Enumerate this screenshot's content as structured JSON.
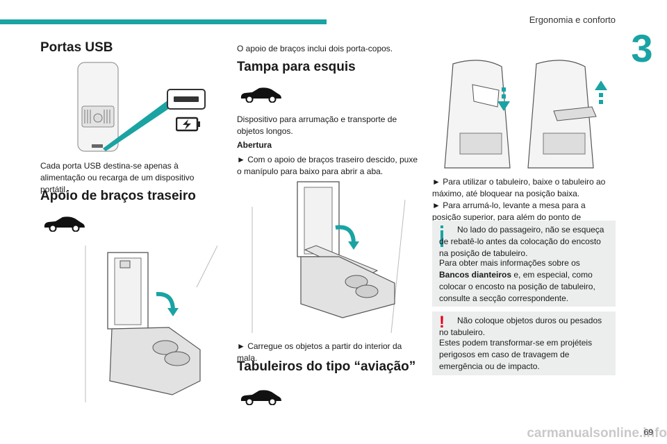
{
  "header": {
    "chapter_title": "Ergonomia e conforto",
    "chapter_number": "3"
  },
  "col1": {
    "usb_title": "Portas USB",
    "usb_text": "Cada porta USB destina-se apenas à alimentação ou recarga de um dispositivo portátil.",
    "armrest_title": "Apoio de braços traseiro"
  },
  "col2": {
    "armrest_text": "O apoio de braços inclui dois porta-copos.",
    "ski_title": "Tampa para esquis",
    "ski_text": "Dispositivo para arrumação e transporte de objetos longos.",
    "opening_label": "Abertura",
    "opening_step": "► Com o apoio de braços traseiro descido, puxe o manípulo para baixo para abrir a aba.",
    "load_step": "► Carregue os objetos a partir do interior da mala.",
    "tray_title": "Tabuleiros do tipo “aviação”"
  },
  "col3": {
    "tray_step1": "► Para utilizar o tabuleiro, baixe o tabuleiro ao máximo, até bloquear na posição baixa.",
    "tray_step2": "► Para arrumá-lo, levante a mesa para a posição superior, para além do ponto de resistência.",
    "info_line1": "No lado do passageiro, não se esqueça de rebatê-lo antes da colocação do encosto na posição de tabuleiro.",
    "info_line2_pre": "Para obter mais informações sobre os ",
    "info_line2_bold": "Bancos dianteiros",
    "info_line2_post": " e, em especial, como colocar o encosto na posição de tabuleiro, consulte a secção correspondente.",
    "warn_line1": "Não coloque objetos duros ou pesados no tabuleiro.",
    "warn_line2": "Estes podem transformar-se em projéteis perigosos em caso de travagem de emergência ou de impacto."
  },
  "footer": {
    "page_number": "69",
    "watermark": "carmanualsonline.info"
  },
  "colors": {
    "accent": "#1aa3a3",
    "warning": "#e2001a",
    "box_bg": "#eceeee"
  },
  "icons": [
    "car-suv-icon",
    "usb-port-icon",
    "battery-charge-icon",
    "info-icon",
    "warning-icon"
  ]
}
